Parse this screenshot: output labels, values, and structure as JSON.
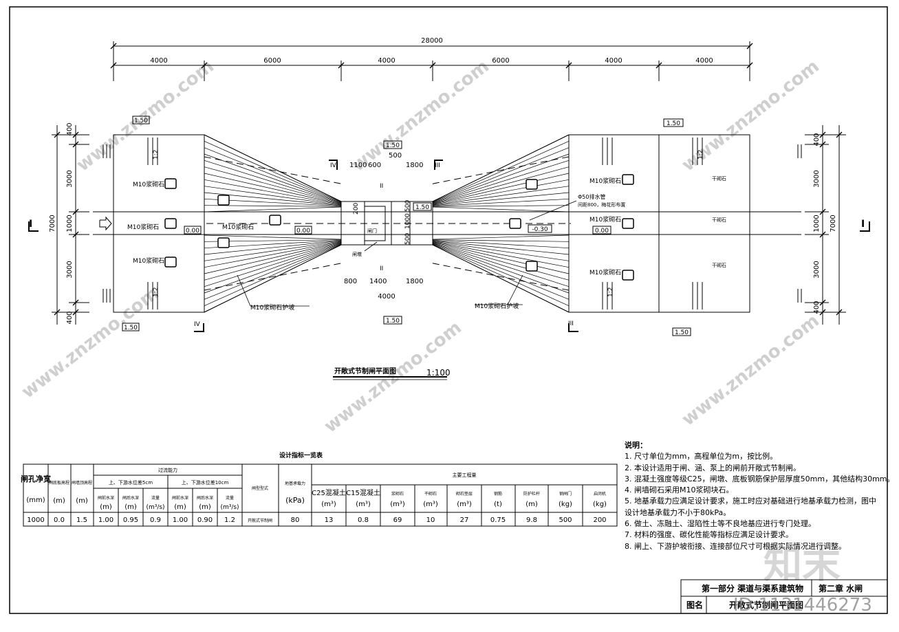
{
  "dims": {
    "total": "28000",
    "segments": [
      "4000",
      "6000",
      "4000",
      "6000",
      "4000",
      "4000"
    ],
    "left_vertical": [
      "400",
      "3000",
      "1000",
      "3000",
      "400"
    ],
    "left_total": "7000",
    "right_vertical": [
      "400",
      "3000",
      "1000",
      "3000",
      "400"
    ],
    "right_total": "7000",
    "center_top": [
      "1100",
      "600",
      "1800"
    ],
    "center_top_small": "500",
    "center_bottom": [
      "800",
      "1400",
      "1800"
    ],
    "center_bottom_total": "4000",
    "center_vert": [
      "500",
      "1000",
      "500"
    ],
    "center_200": "200"
  },
  "slopes": {
    "tl": "1.50",
    "tr": "1.50",
    "bl": "1.50",
    "br": "1.50",
    "ct": "1.50",
    "cb": "1.50",
    "cm": "1.50",
    "ratio_a": "1:2",
    "ratio_b": "1:2",
    "ratio_c": "1:2",
    "ratio_d": "1:2"
  },
  "labels": {
    "m10_1": "M10浆砌石",
    "m10_2": "M10浆砌石",
    "m10_3": "M10浆砌石",
    "m10_4": "M10浆砌石",
    "m10_5": "M10浆砌石",
    "m10_6": "M10浆砌石",
    "m10_7": "M10浆砌石",
    "m10_slope_l": "M10浆砌石护坡",
    "m10_slope_r": "M10浆砌石护坡",
    "elev_1": "0.00",
    "elev_2": "0.00",
    "elev_3": "0.00",
    "elev_4": "-0.30",
    "gan_1": "干砌石",
    "gan_2": "干砌石",
    "gan_3": "干砌石",
    "pipe": "Φ50排水管",
    "pipe2": "间距800，梅花形布置",
    "gate": "闸门",
    "pier": "闸墩",
    "sec_I": "I",
    "sec_II": "II",
    "sec_III": "III",
    "sec_IV": "IV"
  },
  "plan_title": "开敞式节制闸平面图",
  "scale": "1:100",
  "table": {
    "title": "设计指标一览表",
    "h_width": "闸孔净宽",
    "h_width_unit": "(mm)",
    "h_bed": "闸底板高程",
    "h_bed_unit": "(m)",
    "h_wall": "闸墙顶高程",
    "h_wall_unit": "(m)",
    "h_flow": "过流能力",
    "h_sub1": "上、下游水位差5cm",
    "h_sub2": "上、下游水位差10cm",
    "h_up": "闸前水深",
    "h_down": "闸后水深",
    "h_q": "流量",
    "h_up2": "闸前水深",
    "h_down2": "闸后水深",
    "h_q2": "流量",
    "u_m": "(m)",
    "u_q": "(m³/s)",
    "h_gate": "闸型型式",
    "h_found": "地基承载力",
    "h_found_unit": "(kPa)",
    "h_main": "主要工程量",
    "q_cols": [
      "C25混凝土",
      "C15混凝土",
      "浆砌石",
      "干砌石",
      "砌石垫层",
      "钢筋",
      "防护栏杆",
      "钢闸门",
      "启闭机"
    ],
    "q_units": [
      "(m³)",
      "(m³)",
      "(m³)",
      "(m³)",
      "(m³)",
      "(t)",
      "(m)",
      "(kg)",
      "(kg)"
    ],
    "row": [
      "1000",
      "0.0",
      "1.5",
      "1.00",
      "0.95",
      "0.9",
      "1.00",
      "0.90",
      "1.2",
      "开敞式节制闸",
      "80",
      "13",
      "0.8",
      "69",
      "10",
      "27",
      "0.75",
      "9.8",
      "500",
      "200"
    ]
  },
  "notes": {
    "title": "说明：",
    "items": [
      "1. 尺寸单位为mm，高程单位为m，按比例。",
      "2. 本设计适用于闸、涵、泵上的闸前开敞式节制闸。",
      "3. 混凝土强度等级C25，闸墩、底板钢筋保护层厚度50mm，其他结构30mm。",
      "4. 闸墙砌石采用M10浆砌块石。",
      "5. 地基承载力应满足设计要求，施工时应对基础进行地基承载力检测，图中",
      "   设计地基承载力不小于80kPa。",
      "6. 做土、冻融土、湿陷性土等不良地基应进行专门处理。",
      "7. 材料的强度、碳化性能等指标应满足设计要求。",
      "8. 闸上、下游护坡衔接、连接部位尺寸可根据实际情况进行调整。"
    ]
  },
  "title_block": {
    "part": "第一部分  渠道与渠系建筑物",
    "chapter": "第二章  水闸",
    "drawing_label": "图名",
    "drawing_name": "开敞式节制闸平面图",
    "id_text": "ID:1131446273"
  },
  "watermark": {
    "text": "www.znzmo.com",
    "brand": "知末"
  }
}
